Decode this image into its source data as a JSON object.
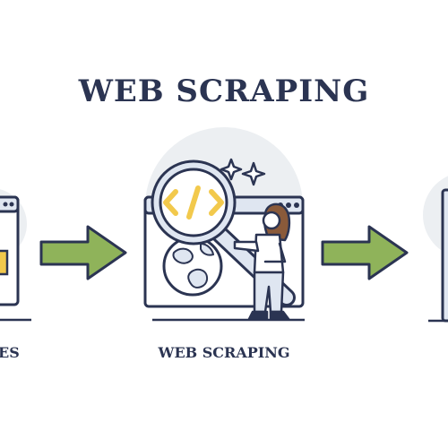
{
  "title": "WEB SCRAPING",
  "steps": [
    {
      "caption": "ES"
    },
    {
      "caption": "WEB SCRAPING"
    },
    {
      "caption": ""
    }
  ],
  "colors": {
    "navy": "#2b3452",
    "arrow_green": "#8fb35a",
    "code_yellow": "#f2c94c",
    "hair_brown": "#8a5a3a",
    "circle_grey": "#eceff2",
    "screen_blue": "#dfe6f1"
  },
  "icons": [
    "magnifier-icon",
    "code-brackets-icon",
    "globe-icon",
    "sparkle-icon",
    "arrow-right-icon"
  ]
}
